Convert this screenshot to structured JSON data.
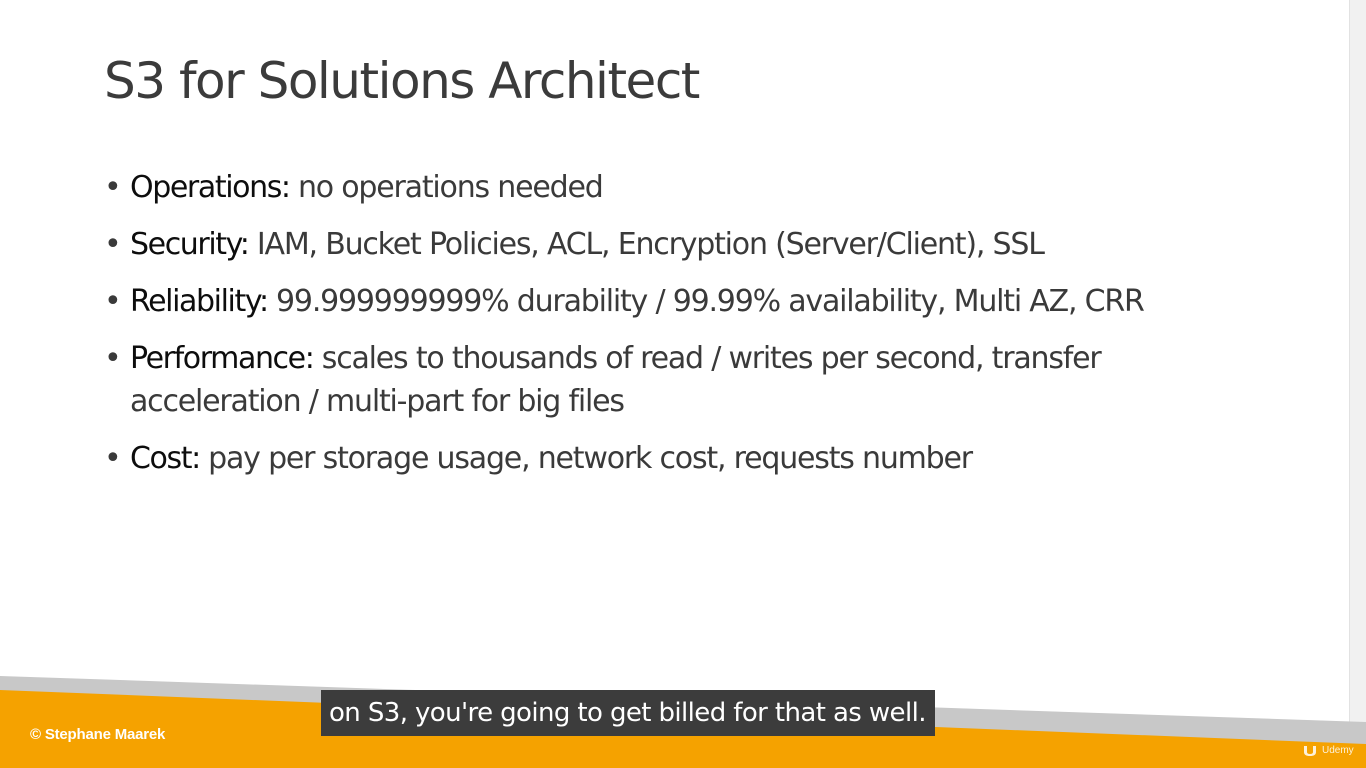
{
  "slide": {
    "title": "S3 for Solutions Architect",
    "bullets": [
      {
        "key": "Operations:",
        "text": " no operations needed"
      },
      {
        "key": "Security:",
        "text": " IAM, Bucket Policies, ACL, Encryption (Server/Client), SSL"
      },
      {
        "key": "Reliability:",
        "text": " 99.999999999% durability / 99.99% availability, Multi AZ, CRR"
      },
      {
        "key": "Performance:",
        "text": " scales to thousands of read / writes per second, transfer acceleration / multi-part for big files"
      },
      {
        "key": "Cost:",
        "text": " pay per storage usage, network cost, requests number"
      }
    ],
    "bullet_symbol": "•"
  },
  "footer": {
    "copyright": "© Stephane Maarek",
    "accent_color": "#f5a200",
    "watermark_text": "Udemy"
  },
  "caption": {
    "text": "on S3, you're going to get billed for that as well."
  }
}
